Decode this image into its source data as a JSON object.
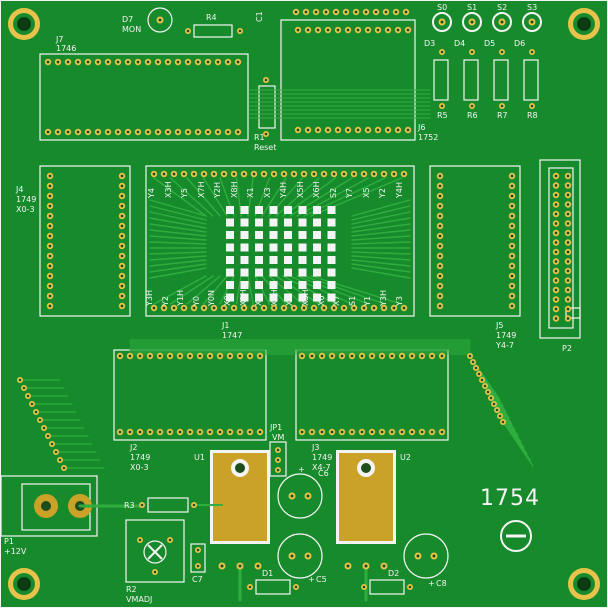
{
  "board": {
    "number": "1754",
    "colors": {
      "substrate": "#178a2c",
      "trace": "#2fae3f",
      "silkscreen": "#f4f4f4",
      "pad": "#e8c34a",
      "gold": "#c9a227",
      "hole": "#1d4d1e"
    }
  },
  "components": {
    "J7": {
      "ref": "J7",
      "value": "1746"
    },
    "J6": {
      "ref": "J6",
      "value": "1752"
    },
    "J4": {
      "ref": "J4",
      "value": "1749",
      "sub": "X0-3"
    },
    "J1": {
      "ref": "J1",
      "value": "1747"
    },
    "J5": {
      "ref": "J5",
      "value": "1749",
      "sub": "Y4-7"
    },
    "J2": {
      "ref": "J2",
      "value": "1749",
      "sub": "X0-3"
    },
    "J3": {
      "ref": "J3",
      "value": "1749",
      "sub": "X4-7"
    },
    "D7": {
      "ref": "D7",
      "value": "MON"
    },
    "R4": {
      "ref": "R4"
    },
    "R1": {
      "ref": "R1",
      "value": "Reset"
    },
    "C1": {
      "ref": "C1"
    },
    "S0": {
      "ref": "S0"
    },
    "S1": {
      "ref": "S1"
    },
    "S2": {
      "ref": "S2"
    },
    "S3": {
      "ref": "S3"
    },
    "D3": {
      "ref": "D3"
    },
    "D4": {
      "ref": "D4"
    },
    "D5": {
      "ref": "D5"
    },
    "D6": {
      "ref": "D6"
    },
    "R5": {
      "ref": "R5"
    },
    "R6": {
      "ref": "R6"
    },
    "R7": {
      "ref": "R7"
    },
    "R8": {
      "ref": "R8"
    },
    "P2": {
      "ref": "P2"
    },
    "JP1": {
      "ref": "JP1",
      "value": "VM"
    },
    "U1": {
      "ref": "U1"
    },
    "U2": {
      "ref": "U2"
    },
    "C6a": {
      "ref": "C6"
    },
    "C5": {
      "ref": "C5"
    },
    "C8": {
      "ref": "C8"
    },
    "C7": {
      "ref": "C7"
    },
    "R3": {
      "ref": "R3"
    },
    "R2": {
      "ref": "R2",
      "value": "VMADJ"
    },
    "P1": {
      "ref": "P1",
      "value": "+12V"
    },
    "D1": {
      "ref": "D1"
    },
    "D2": {
      "ref": "D2"
    }
  },
  "matrix_labels": {
    "top": [
      "Y4",
      "X3H",
      "Y5",
      "X7H",
      "Y2H",
      "X8H",
      "X1",
      "X3",
      "Y4H",
      "X5H",
      "X6H",
      "S2",
      "Y7",
      "X5",
      "Y2",
      "Y4H"
    ],
    "bottom": [
      "Y3H",
      "Y2",
      "Y1H",
      "Y0",
      "Y0N",
      "X0",
      "X1H",
      "X2",
      "X3H",
      "X4",
      "X5H",
      "X6",
      "X7",
      "S1",
      "Y1",
      "Y3H",
      "Y3"
    ]
  },
  "symbols": {
    "plus": "+",
    "minus_circle": "−"
  }
}
